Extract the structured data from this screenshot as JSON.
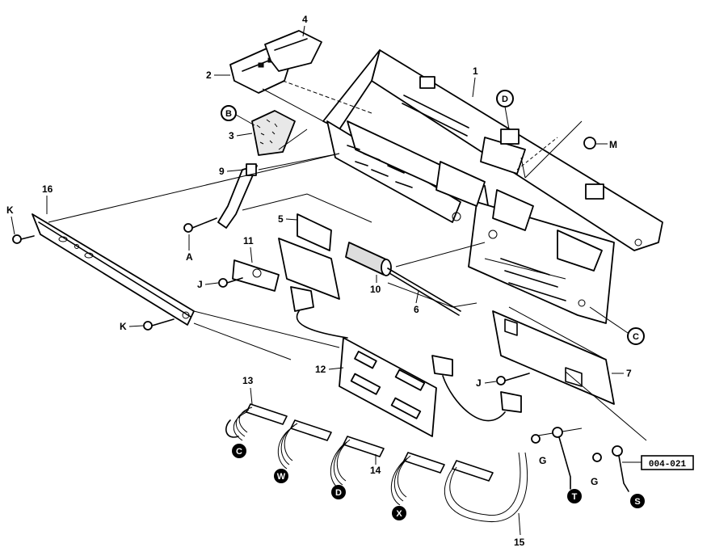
{
  "diagram": {
    "reference_code": "004-021",
    "part_numbers": [
      "1",
      "2",
      "3",
      "4",
      "5",
      "6",
      "7",
      "9",
      "10",
      "11",
      "12",
      "13",
      "14",
      "15",
      "16"
    ],
    "fastener_labels": [
      "A",
      "G",
      "G",
      "J",
      "J",
      "K",
      "K",
      "M"
    ],
    "circle_labels": [
      "B",
      "C",
      "C",
      "D",
      "D",
      "S",
      "T",
      "W",
      "X"
    ],
    "colors": {
      "ink": "#000000",
      "paper": "#ffffff"
    }
  }
}
